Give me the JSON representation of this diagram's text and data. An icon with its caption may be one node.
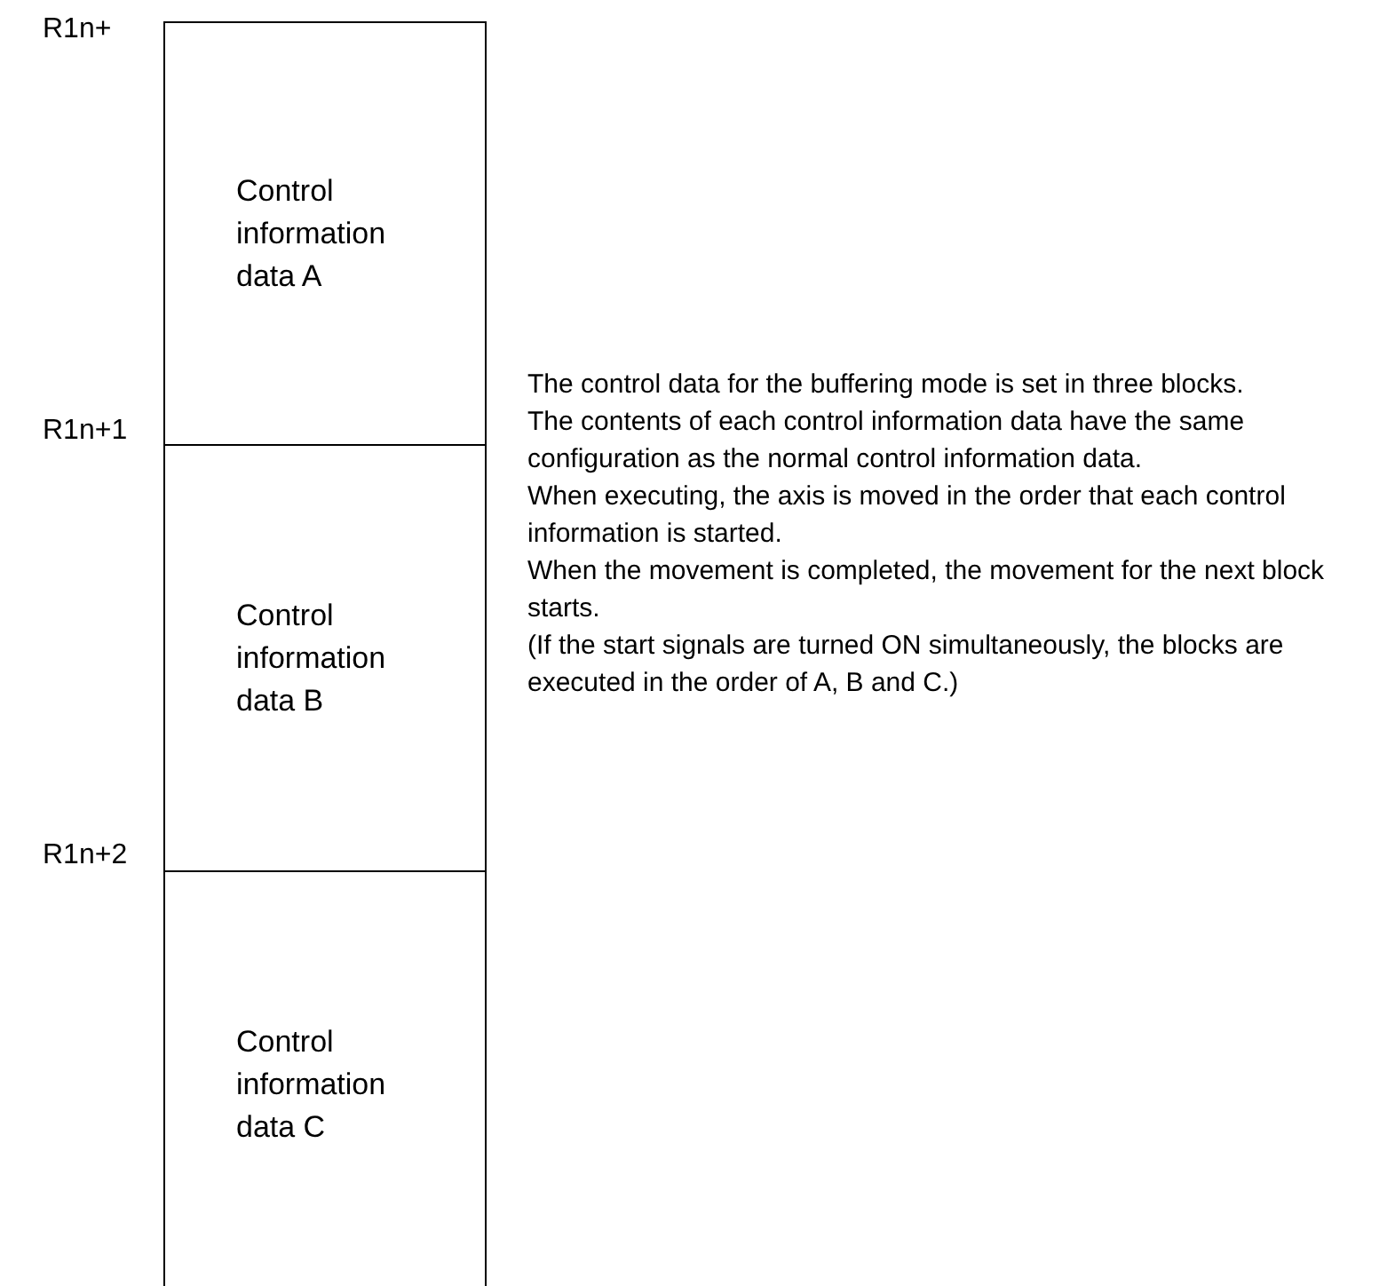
{
  "diagram": {
    "nodes": [
      {
        "text": [
          "Control information data A"
        ]
      },
      {
        "text": [
          "Control information data B"
        ]
      },
      {
        "text": [
          "Control information data C"
        ]
      }
    ],
    "labels": [
      "R1n+",
      "R1n+1",
      "R1n+2",
      "The control data for the buffering mode is set in three blocks.",
      "The contents of each control information data have the same configuration as the normal control information data.",
      "When executing, the axis is moved in the order that each control information is started.",
      "When the movement is completed, the movement for the next block starts.",
      "(If the start signals are turned ON simultaneously, the blocks are executed in the order of A, B and C.)"
    ]
  }
}
